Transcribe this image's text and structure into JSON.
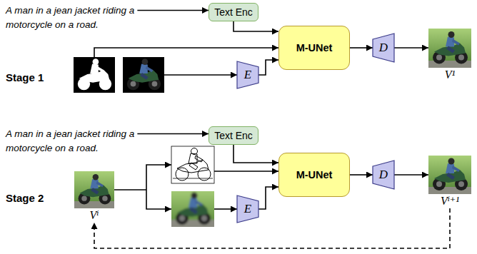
{
  "diagram": {
    "nodes": [
      {
        "text": [
          "Text Enc"
        ]
      },
      {
        "text": [
          "M-UNet"
        ]
      },
      {
        "text": [
          "E"
        ]
      },
      {
        "text": [
          "D"
        ]
      },
      {
        "text": [
          "V¹"
        ]
      },
      {
        "text": [
          "Text Enc"
        ]
      },
      {
        "text": [
          "M-UNet"
        ]
      },
      {
        "text": [
          "Vⁱ"
        ]
      },
      {
        "text": [
          "E"
        ]
      },
      {
        "text": [
          "D"
        ]
      },
      {
        "text": [
          "Vⁱ⁺¹"
        ]
      }
    ],
    "edges": [
      {
        "from": 0,
        "to": 1,
        "arrow": "to"
      },
      {
        "from": 2,
        "to": 1,
        "arrow": "to"
      },
      {
        "from": 1,
        "to": 3,
        "arrow": "to"
      },
      {
        "from": 3,
        "to": 4,
        "arrow": "to"
      },
      {
        "from": 5,
        "to": 6,
        "arrow": "to"
      },
      {
        "from": 8,
        "to": 6,
        "arrow": "to"
      },
      {
        "from": 6,
        "to": 9,
        "arrow": "to"
      },
      {
        "from": 9,
        "to": 10,
        "arrow": "to"
      },
      {
        "from": 10,
        "to": 7,
        "arrow": "to"
      }
    ],
    "labels": [
      "A man in a jean jacket riding a motorcycle on a road.",
      "Stage 1",
      "A man in a jean jacket riding a motorcycle on a road.",
      "Stage 2"
    ]
  }
}
